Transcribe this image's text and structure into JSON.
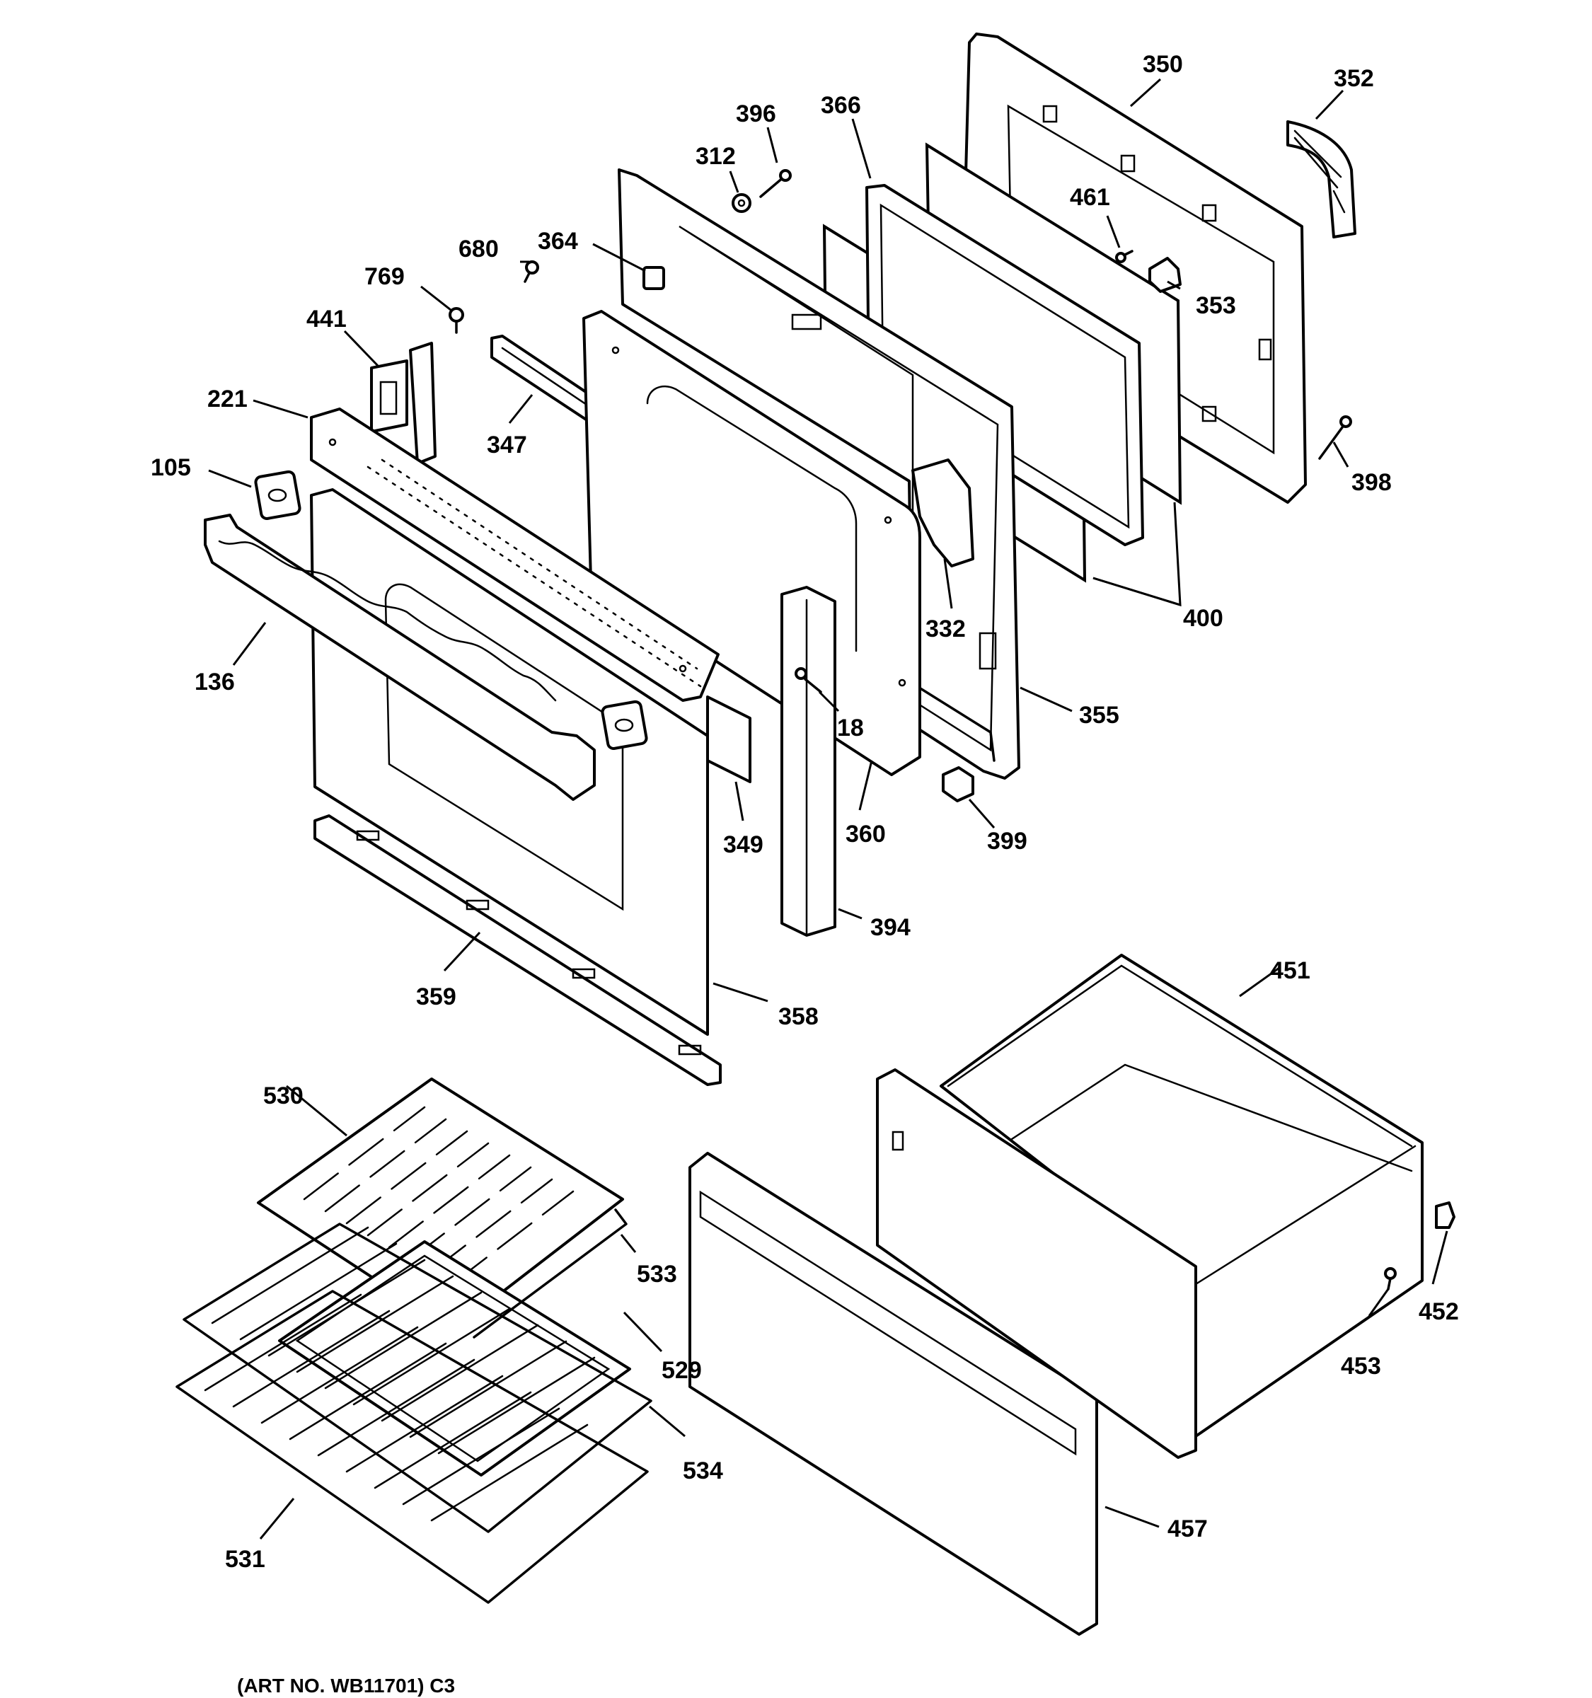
{
  "callouts": {
    "c350": "350",
    "c352": "352",
    "c396": "396",
    "c366": "366",
    "c312": "312",
    "c461": "461",
    "c364": "364",
    "c680": "680",
    "c769": "769",
    "c353": "353",
    "c441": "441",
    "c221": "221",
    "c347": "347",
    "c398": "398",
    "c105": "105",
    "c332": "332",
    "c400": "400",
    "c136": "136",
    "c18": "18",
    "c355": "355",
    "c360": "360",
    "c349": "349",
    "c399": "399",
    "c394": "394",
    "c451": "451",
    "c359": "359",
    "c358": "358",
    "c530": "530",
    "c533": "533",
    "c452": "452",
    "c529": "529",
    "c453": "453",
    "c534": "534",
    "c457": "457",
    "c531": "531"
  },
  "art_number": "(ART NO. WB11701) C3"
}
